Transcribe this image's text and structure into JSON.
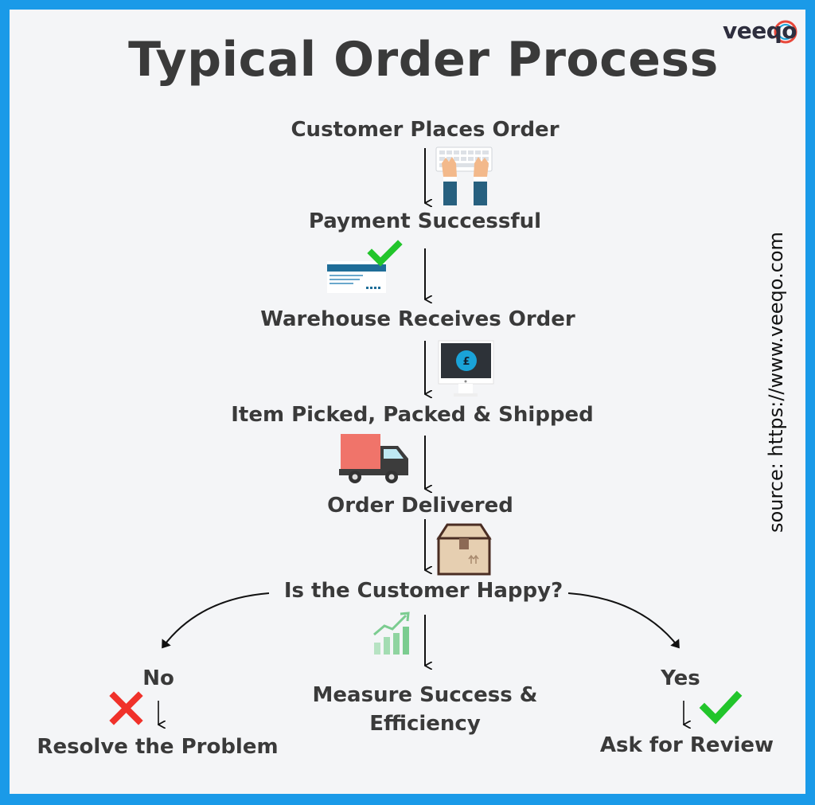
{
  "title": "Typical Order Process",
  "logo": "veeqo",
  "source": "source: https://www.veeqo.com",
  "steps": {
    "customer_places_order": "Customer Places Order",
    "payment_successful": "Payment Successful",
    "warehouse_receives_order": "Warehouse Receives Order",
    "item_picked": "Item Picked, Packed & Shipped",
    "order_delivered": "Order Delivered",
    "customer_happy": "Is the Customer Happy?"
  },
  "branches": {
    "no_label": "No",
    "no_action": "Resolve the Problem",
    "middle_action_line1": "Measure Success &",
    "middle_action_line2": "Efficiency",
    "yes_label": "Yes",
    "yes_action": "Ask for Review"
  },
  "icons": {
    "keyboard": "keyboard-hands-icon",
    "payment": "payment-card-check-icon",
    "monitor": "monitor-pound-icon",
    "truck": "delivery-truck-icon",
    "box": "package-box-icon",
    "chart": "growth-chart-icon",
    "cross": "red-cross-icon",
    "check": "green-check-icon"
  },
  "colors": {
    "border": "#1a9ae8",
    "background": "#f4f5f7",
    "text": "#3a3a3a",
    "check_green": "#22c52b",
    "cross_red": "#f0312a",
    "logo_ring": "#e8473a"
  }
}
